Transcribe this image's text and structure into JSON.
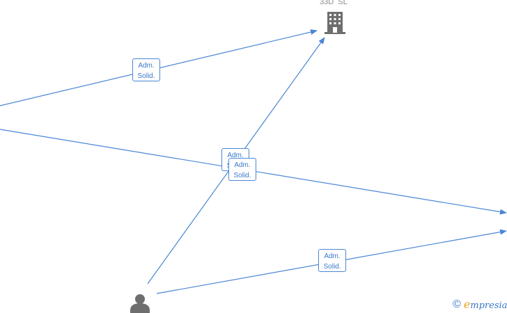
{
  "nodes": {
    "company": {
      "label": "33D  SL",
      "icon": "building-icon"
    },
    "person": {
      "icon": "person-icon"
    }
  },
  "edges": [
    {
      "label_line1": "Adm.",
      "label_line2": "Solid."
    },
    {
      "label_line1": "Adm.",
      "label_line2": "Solid."
    },
    {
      "label_line1": "Adm.",
      "label_line2": "Solid."
    },
    {
      "label_line1": "Adm.",
      "label_line2": "Solid."
    }
  ],
  "watermark": {
    "symbol": "©",
    "brand_initial": "e",
    "brand_rest": "mpresia"
  },
  "colors": {
    "edge": "#4a86d6",
    "icon": "#6e6e6e",
    "label_text": "#3a78c9"
  }
}
